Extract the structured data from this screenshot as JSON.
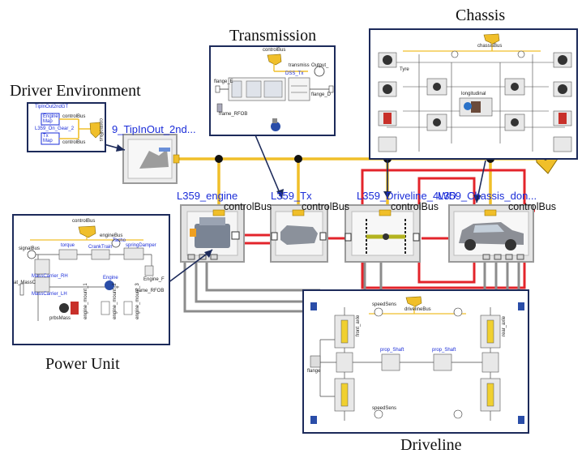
{
  "captions": {
    "chassis": "Chassis",
    "transmission": "Transmission",
    "driver_environment": "Driver Environment",
    "power_unit": "Power Unit",
    "driveline": "Driveline"
  },
  "blocks": {
    "driver": "9_TipInOut_2nd...",
    "engine": "L359_engine",
    "tx": "L359_Tx",
    "driveline": "L359_Driveline_4WD",
    "chassis": "L359_Chassis_don..."
  },
  "bus_label": "controlBus",
  "bus_label_rot": "controlBus",
  "driver_inset": {
    "title": "TipInOut2ndGT",
    "engine_map": "Engine\nMap",
    "gear_label": "L359_On_Gear_2",
    "tx_map": "Tx\nMap",
    "bus1": "controlBus",
    "bus2": "controlBus",
    "bus_rot": "controlBus"
  },
  "tx_inset": {
    "bus": "controlBus",
    "left": "flange_E",
    "right": "Output_",
    "flange": "flange_D",
    "mid": "DSS_Tx",
    "bottom": "frame_RFOB",
    "transm": "transmiss"
  },
  "power_inset": {
    "bus": "controlBus",
    "engine_bus": "engineBus",
    "signal": "signalBus",
    "torque": "torque",
    "crank": "CrankTrain",
    "tacho": "Tacho",
    "spring": "springDamper",
    "mass_rh": "MassCarrier_RH",
    "mass_lh": "MassCarrier_LH",
    "engine": "Engine",
    "engine_f": "Engine_F",
    "frame": "frame_RFOB",
    "mass_c": "at_MassC",
    "prbs": "prbsMass",
    "w1": "engine_mount_1",
    "w2": "engine_mount_2",
    "w3": "engine_mount_3"
  },
  "chassis_inset": {
    "bus": "chassisBus",
    "tyre": "Tyre",
    "mid": "longitudinal"
  },
  "driveline_inset": {
    "bus": "drivelineBus",
    "prop_front": "prop_Shaft",
    "prop_rear": "prop_Shaft",
    "flange": "flange",
    "sensor1": "speedSens",
    "sensor2": "speedSens",
    "front": "front_axle",
    "rear": "rear_axle"
  }
}
